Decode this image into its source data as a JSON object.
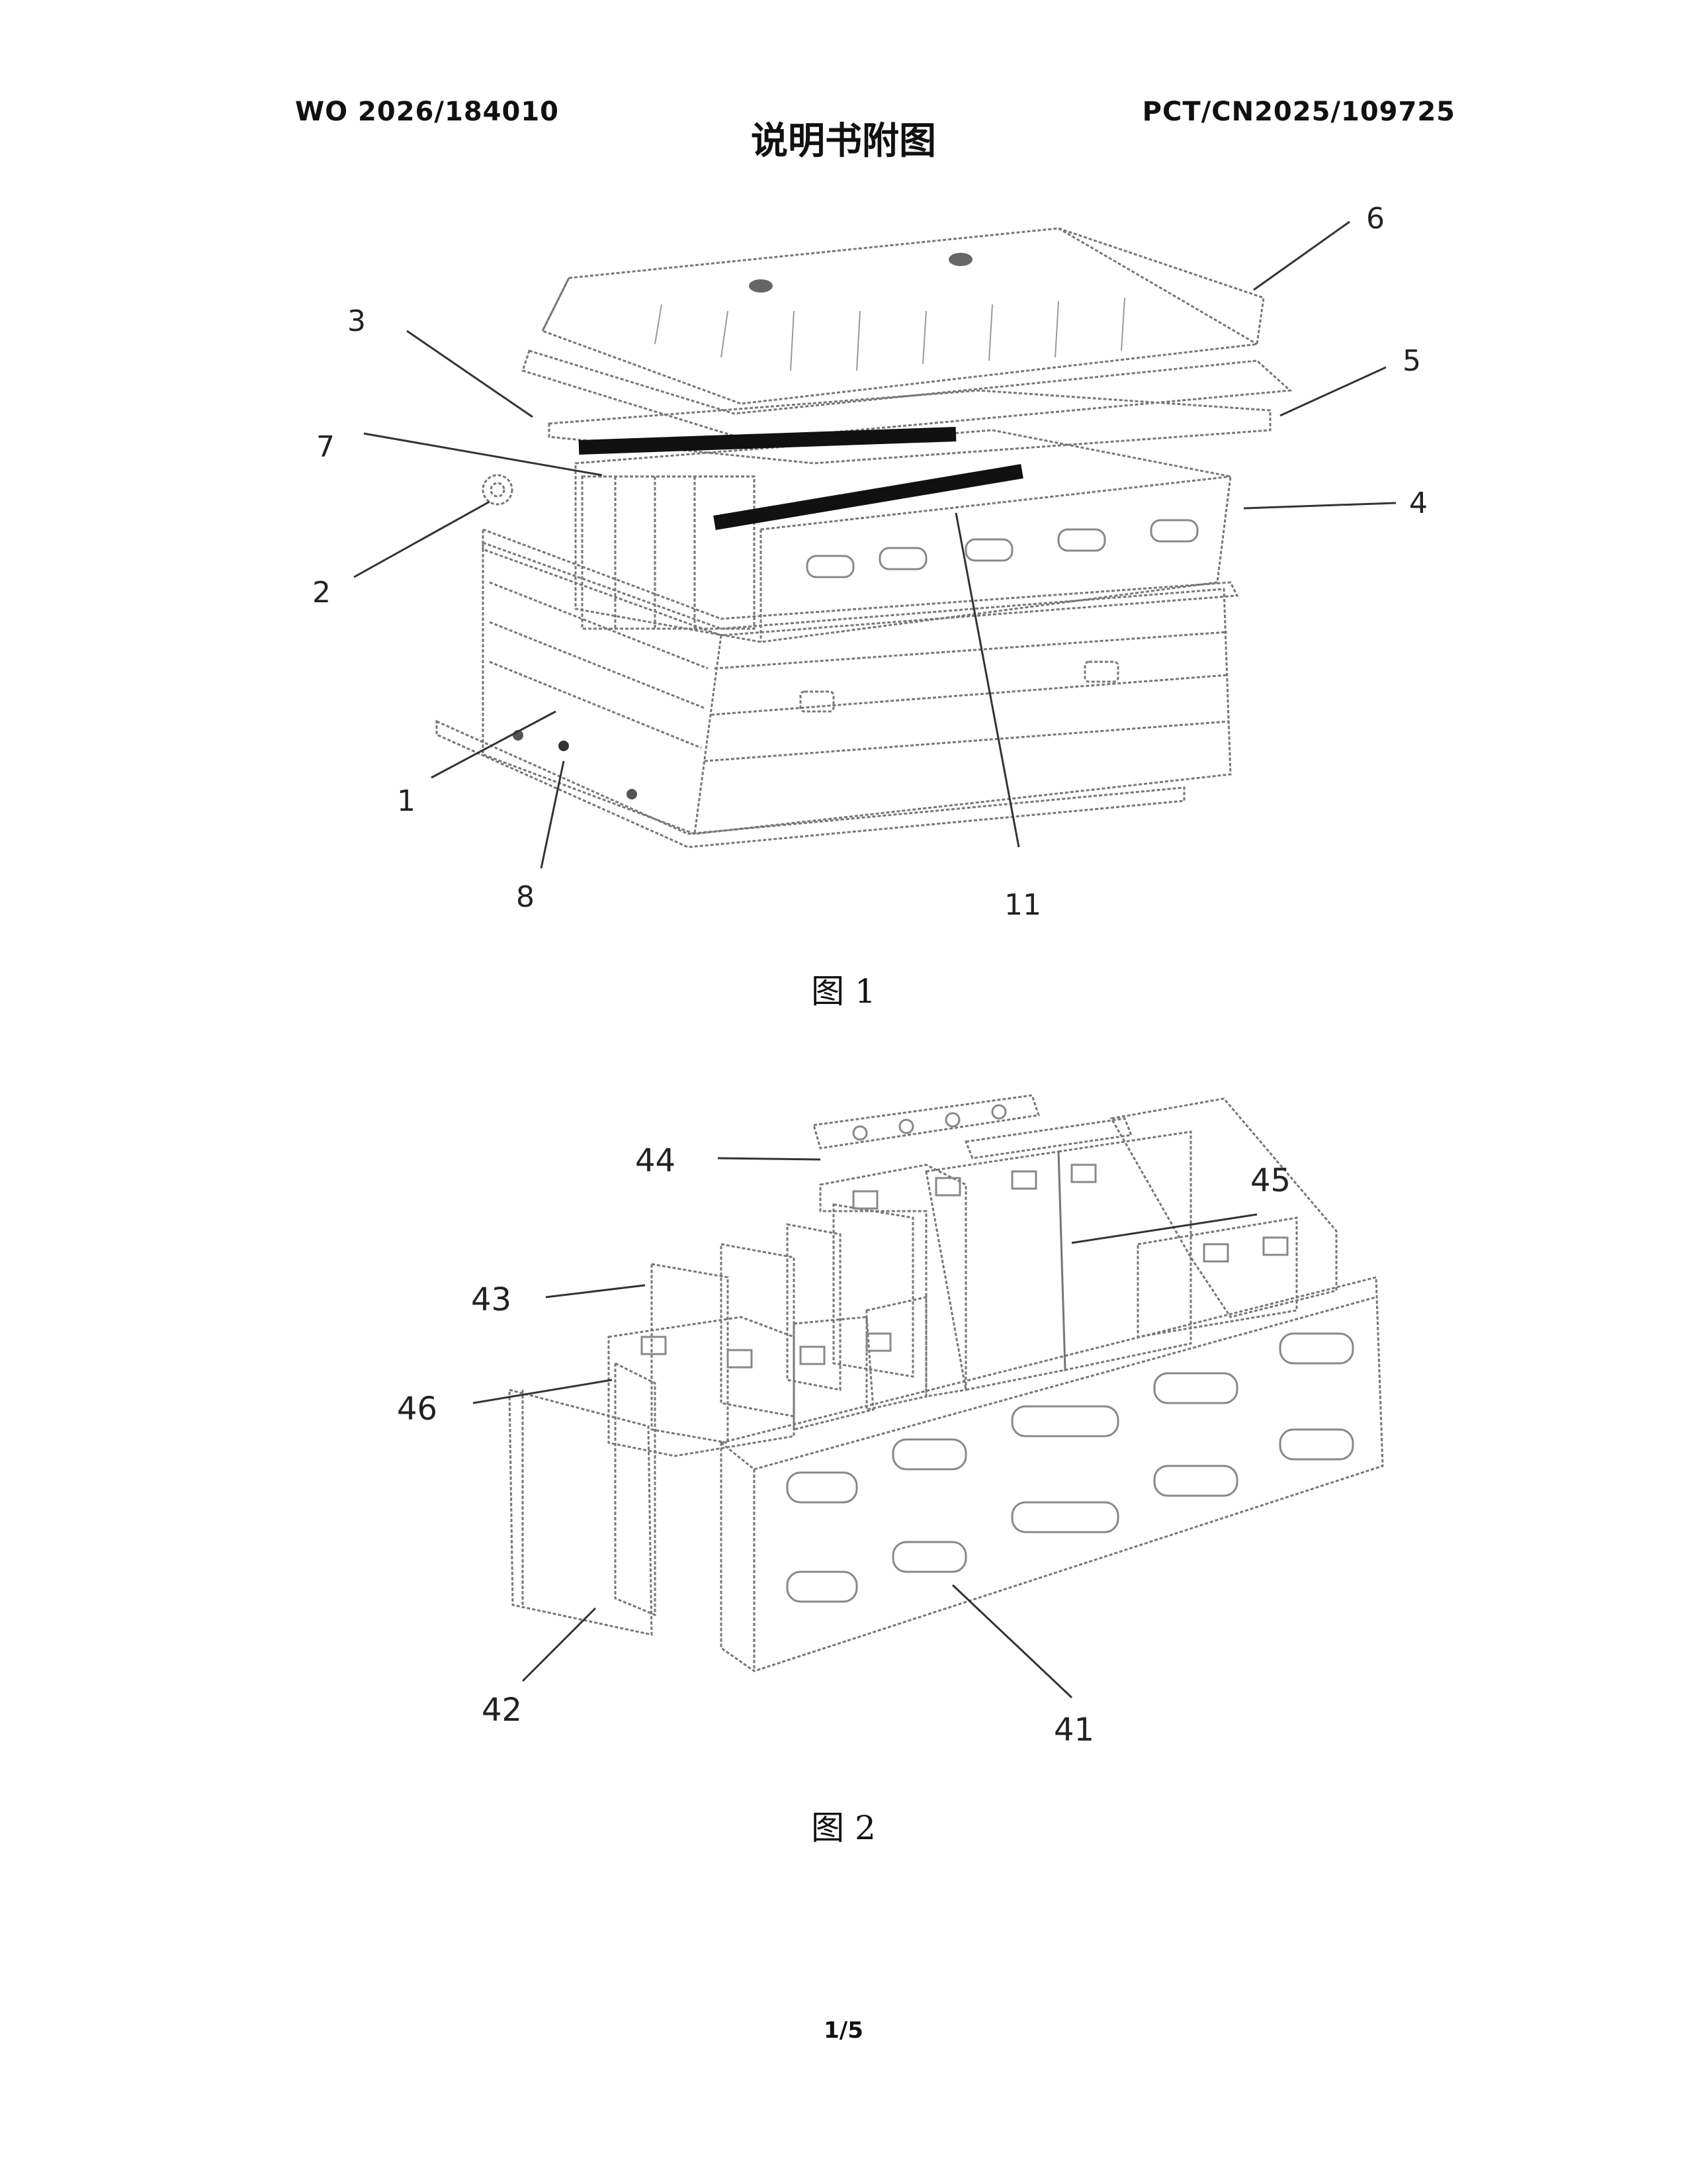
{
  "header": {
    "left": "WO 2026/184010",
    "right": "PCT/CN2025/109725",
    "title": "说明书附图"
  },
  "figure1": {
    "caption": "图 1",
    "labels": {
      "l1": "1",
      "l2": "2",
      "l3": "3",
      "l4": "4",
      "l5": "5",
      "l6": "6",
      "l7": "7",
      "l8": "8",
      "l11": "11"
    }
  },
  "figure2": {
    "caption": "图 2",
    "labels": {
      "l41": "41",
      "l42": "42",
      "l43": "43",
      "l44": "44",
      "l45": "45",
      "l46": "46"
    }
  },
  "footer": {
    "page": "1/5"
  }
}
